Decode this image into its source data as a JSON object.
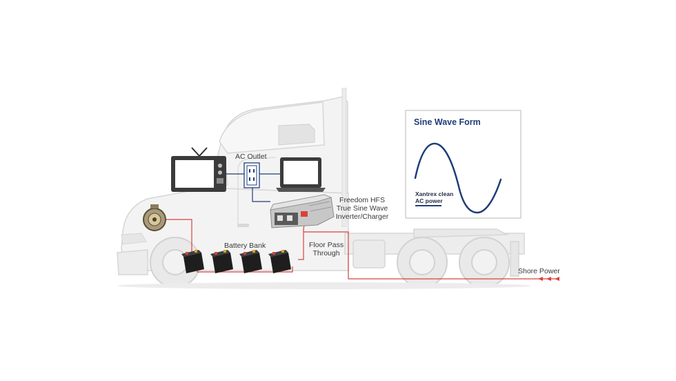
{
  "labels": {
    "ac_outlet": "AC Outlet",
    "inverter_line1": "Freedom HFS",
    "inverter_line2": "True Sine Wave",
    "inverter_line3": "Inverter/Charger",
    "battery_bank": "Battery Bank",
    "floor_pass_line1": "Floor Pass",
    "floor_pass_line2": "Through",
    "shore_power": "Shore Power"
  },
  "sine_panel": {
    "title": "Sine Wave Form",
    "legend_line1": "Xantrex clean",
    "legend_line2": "AC power"
  },
  "colors": {
    "wire_red": "#d9413a",
    "wire_blue": "#1f3d78",
    "truck_fill": "#f4f4f4",
    "truck_line": "#d8d8d8",
    "sine": "#1f3d78"
  },
  "icons": [
    "tv-icon",
    "ac-outlet-icon",
    "laptop-icon",
    "inverter-icon",
    "alternator-icon",
    "battery-icon"
  ]
}
